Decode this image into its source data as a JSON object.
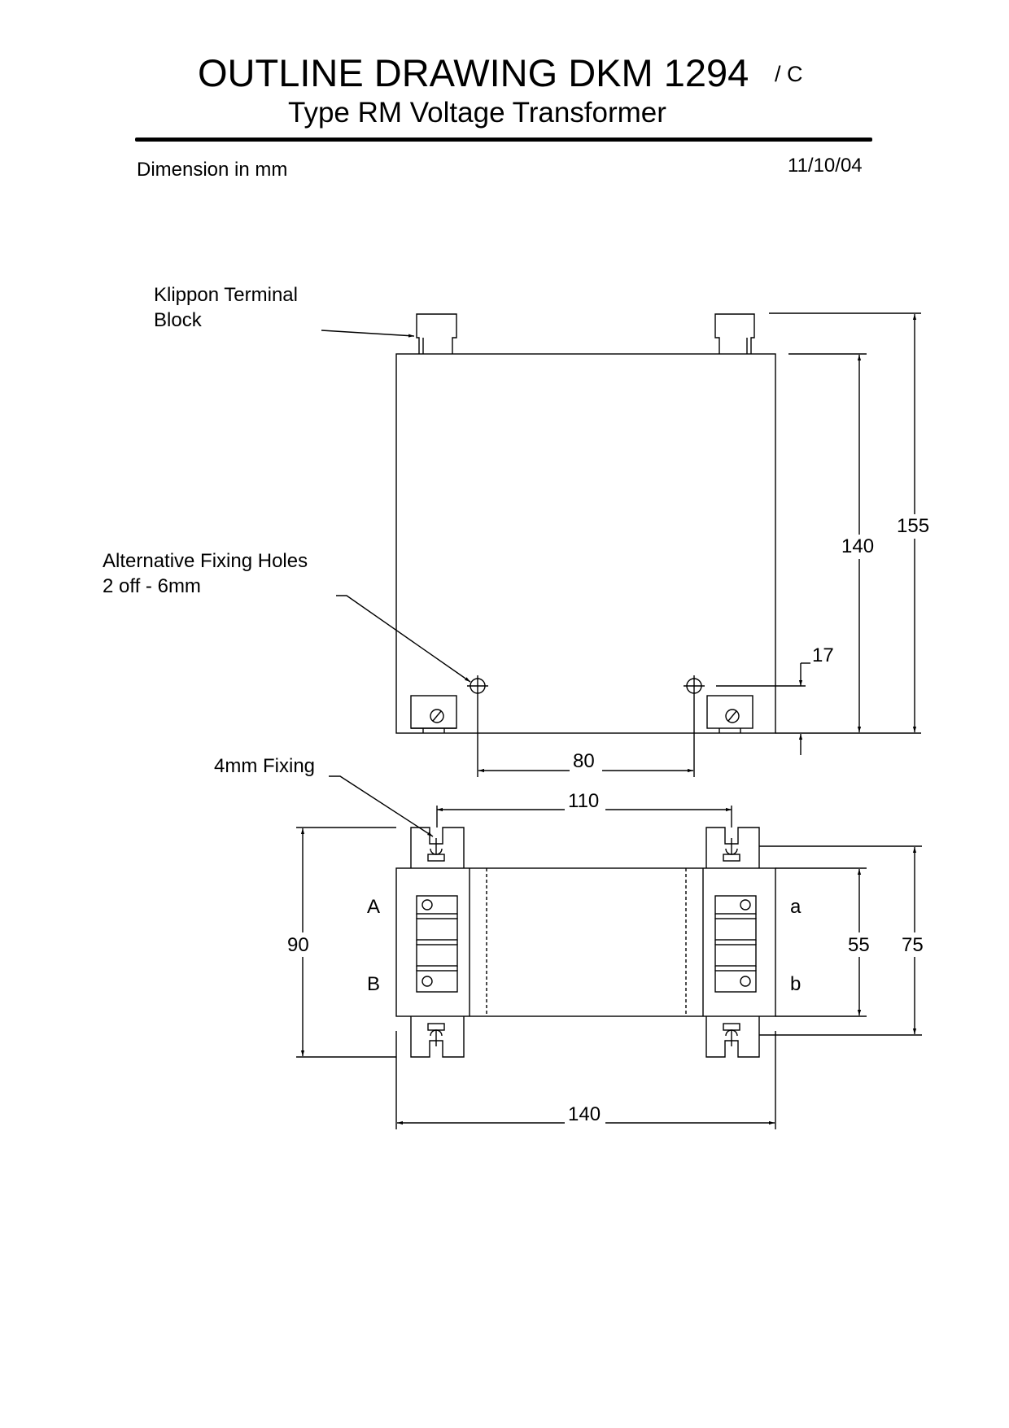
{
  "header": {
    "title": "OUTLINE DRAWING DKM 1294",
    "revision": "/ C",
    "subtitle": "Type RM Voltage Transformer",
    "units_note": "Dimension in mm",
    "date": "11/10/04"
  },
  "callouts": {
    "terminal_block_line1": "Klippon Terminal",
    "terminal_block_line2": "Block",
    "fixing_holes_line1": "Alternative Fixing Holes",
    "fixing_holes_line2": "2 off - 6mm",
    "fixing_4mm": "4mm Fixing"
  },
  "dimensions": {
    "side_height_overall": "155",
    "side_height_body": "140",
    "hole_offset": "17",
    "hole_spacing": "80",
    "fixing_spacing": "110",
    "plan_depth_overall": "90",
    "plan_terminal_span": "55",
    "plan_fixing_span": "75",
    "plan_width": "140"
  },
  "terminals": {
    "primary_top": "A",
    "primary_bottom": "B",
    "secondary_top": "a",
    "secondary_bottom": "b"
  }
}
